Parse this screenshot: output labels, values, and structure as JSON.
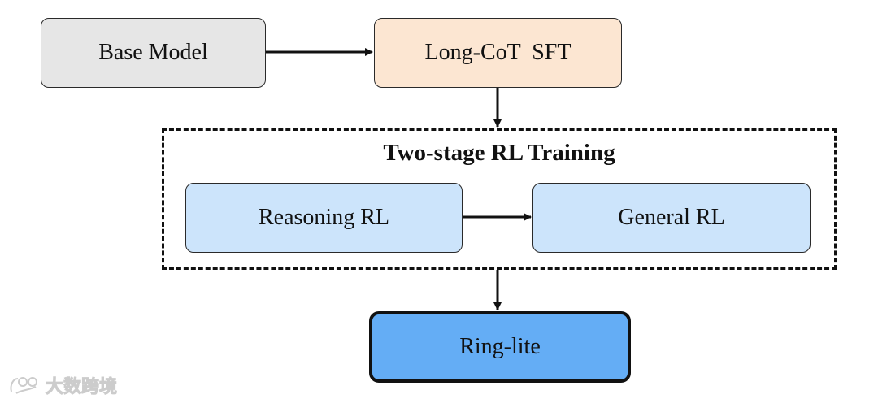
{
  "diagram": {
    "nodes": {
      "base_model": {
        "label": "Base Model",
        "fill": "#e6e6e6"
      },
      "long_cot_sft": {
        "label": "Long-CoT  SFT",
        "fill": "#fce6d2"
      },
      "reasoning_rl": {
        "label": "Reasoning RL",
        "fill": "#cce4fb"
      },
      "general_rl": {
        "label": "General RL",
        "fill": "#cce4fb"
      },
      "ring_lite": {
        "label": "Ring-lite",
        "fill": "#64adf5"
      }
    },
    "group": {
      "title": "Two-stage RL Training"
    },
    "edges": [
      {
        "from": "base_model",
        "to": "long_cot_sft"
      },
      {
        "from": "long_cot_sft",
        "to": "two_stage_rl_training"
      },
      {
        "from": "reasoning_rl",
        "to": "general_rl"
      },
      {
        "from": "two_stage_rl_training",
        "to": "ring_lite"
      }
    ],
    "edge_color": "#111111"
  },
  "watermark": {
    "text": "大数跨境",
    "icon": "watermark-logo-icon"
  }
}
